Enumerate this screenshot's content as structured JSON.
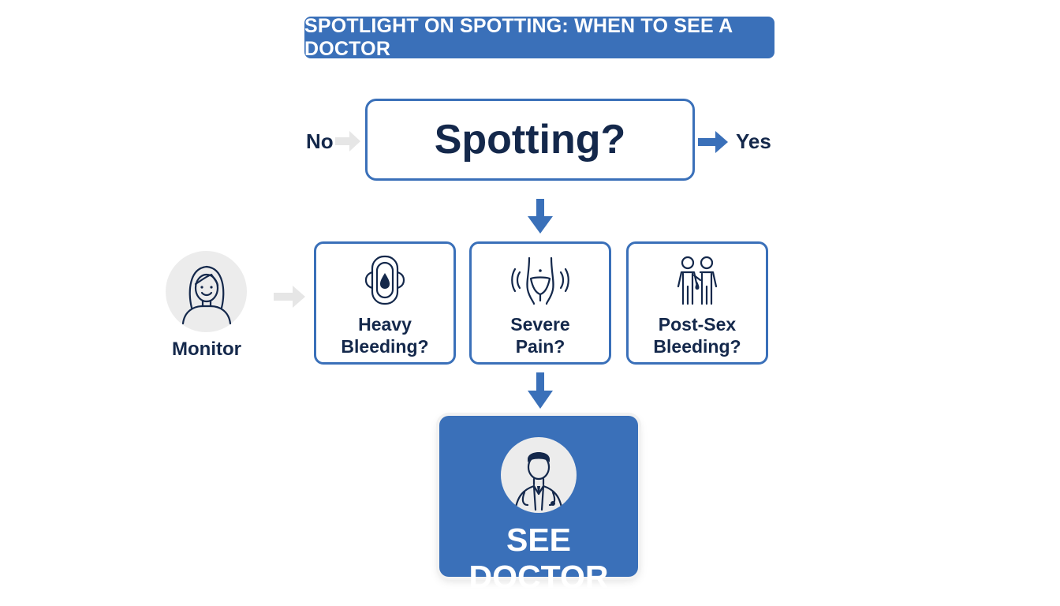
{
  "title": "SPOTLIGHT ON SPOTTING: WHEN TO SEE A DOCTOR",
  "question": "Spotting?",
  "no_label": "No",
  "yes_label": "Yes",
  "monitor_label": "Monitor",
  "criteria": [
    {
      "line1": "Heavy",
      "line2": "Bleeding?",
      "icon": "pad-drop-icon"
    },
    {
      "line1": "Severe",
      "line2": "Pain?",
      "icon": "abdomen-pain-icon"
    },
    {
      "line1": "Post-Sex",
      "line2": "Bleeding?",
      "icon": "couple-icon"
    }
  ],
  "action_label": "SEE DOCTOR",
  "colors": {
    "accent": "#3a70b9",
    "text": "#14284b",
    "muted_arrow": "#e6e6e6",
    "circle_bg": "#ececec"
  }
}
